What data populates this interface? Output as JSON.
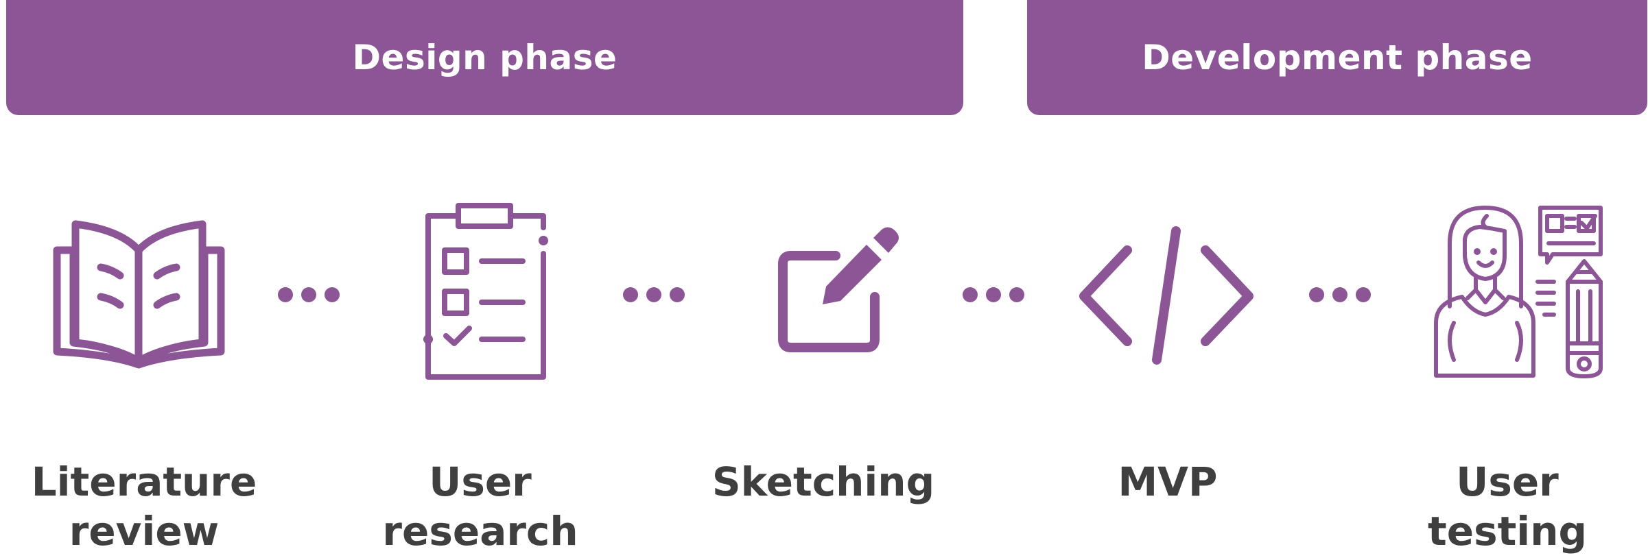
{
  "phases": {
    "design": "Design phase",
    "development": "Development phase"
  },
  "steps": [
    {
      "label_line1": "Literature",
      "label_line2": "review",
      "icon": "open-book-icon"
    },
    {
      "label_line1": "User",
      "label_line2": "research",
      "icon": "clipboard-checklist-icon"
    },
    {
      "label_line1": "Sketching",
      "label_line2": "",
      "icon": "edit-pencil-icon"
    },
    {
      "label_line1": "MVP",
      "label_line2": "",
      "icon": "code-brackets-icon"
    },
    {
      "label_line1": "User",
      "label_line2": "testing",
      "icon": "user-testing-icon"
    }
  ],
  "colors": {
    "accent": "#8c5596",
    "text": "#3f3f3f",
    "background": "#ffffff"
  }
}
